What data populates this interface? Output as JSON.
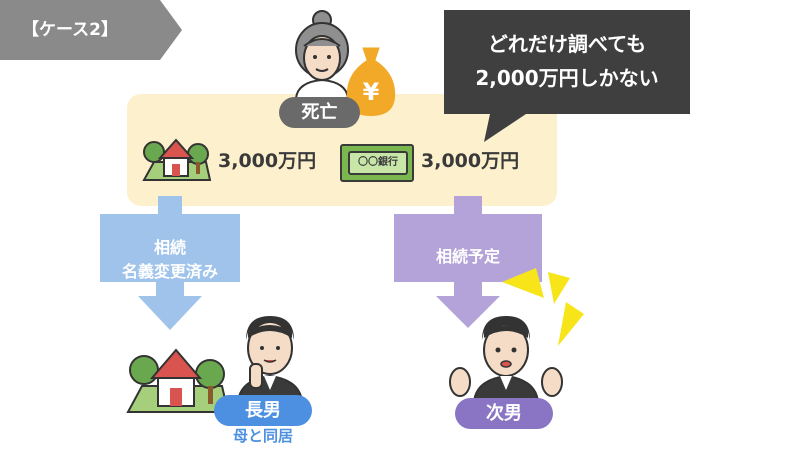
{
  "case_tab": {
    "label": "【ケース2】"
  },
  "callout": {
    "line1": "どれだけ調べても",
    "line2": "2,000万円しかない"
  },
  "deceased": {
    "label": "死亡"
  },
  "assets": {
    "house_amount": "3,000万円",
    "bank_amount": "3,000万円",
    "bank_sign": "〇〇銀行"
  },
  "left_flow": {
    "line1": "相続",
    "line2": "名義変更済み"
  },
  "right_flow": {
    "line1": "相続予定"
  },
  "eldest_son": {
    "label": "長男",
    "note": "母と同居"
  },
  "second_son": {
    "label": "次男"
  },
  "colors": {
    "tab_gray": "#8a8a8a",
    "callout_dark": "#3f3f3f",
    "asset_box": "#fdf0cc",
    "left_arrow": "#9fc3ea",
    "right_arrow": "#b3a3d8",
    "eldest_blue": "#4d8fe0",
    "second_purple": "#8a75c4",
    "money_bag": "#f2a928",
    "sparkle": "#f7e51a"
  }
}
